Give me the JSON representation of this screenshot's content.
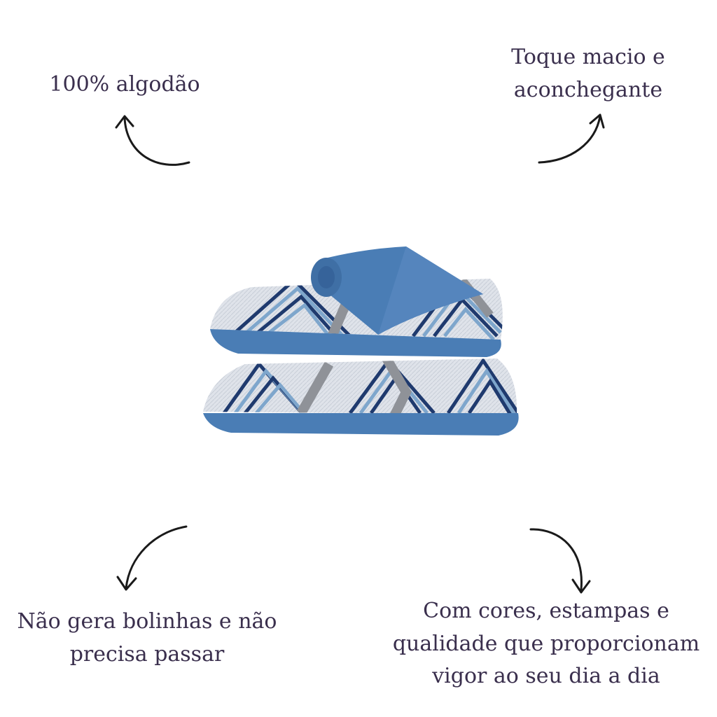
{
  "features": {
    "top_left": {
      "lines": [
        "100% algodão"
      ]
    },
    "top_right": {
      "lines": [
        "Toque macio e",
        "aconchegante"
      ]
    },
    "bottom_left": {
      "lines": [
        "Não gera bolinhas e não",
        "precisa passar"
      ]
    },
    "bottom_right": {
      "lines": [
        "Com cores, estampas e",
        "qualidade que proporcionam",
        "vigor ao seu dia a dia"
      ]
    }
  },
  "colors": {
    "text": "#3a2f4d",
    "arrow": "#1a1a1a",
    "fabric_blue": "#4a7db5",
    "print_navy": "#1f3a6e",
    "print_light_blue": "#7ea6cc",
    "print_grey": "#8f9298",
    "print_base": "#dfe3ea"
  },
  "icons": [
    "curved-arrow-icon"
  ]
}
